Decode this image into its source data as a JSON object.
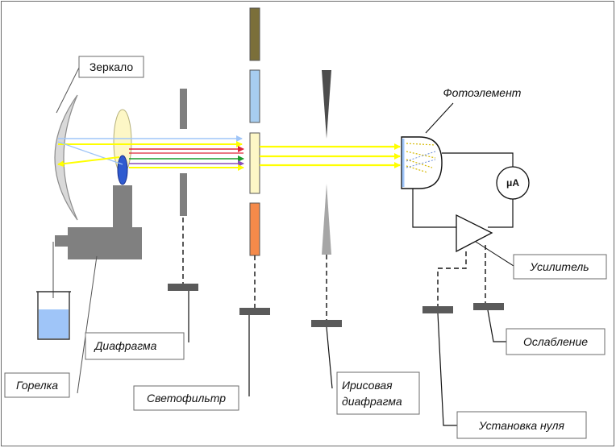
{
  "labels": {
    "mirror": "Зеркало",
    "photocell": "Фотоэлемент",
    "amplifier": "Усилитель",
    "attenuation": "Ослабление",
    "diaphragm": "Диафрагма",
    "burner": "Горелка",
    "light_filter": "Светофильтр",
    "iris_line1": "Ирисовая",
    "iris_line2": "диафрагма",
    "zero_setting": "Установка нуля",
    "meter": "μA"
  },
  "colors": {
    "beam_yellow": "#ffff00",
    "beam_blue": "#9fc5f8",
    "beam_red": "#e0263a",
    "beam_green": "#1a9b2c",
    "beam_purple": "#8a4fb8",
    "filter_top": "#7b6f3a",
    "filter_blue": "#a7cdf0",
    "filter_pale": "#fdf7c6",
    "filter_orange": "#f58a4a",
    "lens": "#fdf7c6",
    "liquid": "#9fc5f8",
    "gray": "#7f7f7f",
    "dark": "#222222"
  }
}
